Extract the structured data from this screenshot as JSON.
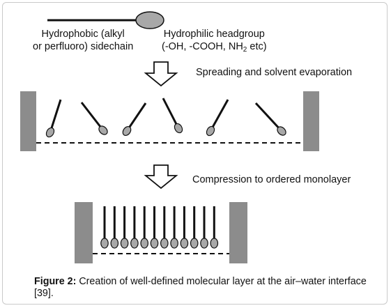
{
  "legend": {
    "hydrophobic_line1": "Hydrophobic (alkyl",
    "hydrophobic_line2": "or perfluoro) sidechain",
    "hydrophilic_line1": "Hydrophilic headgroup",
    "hydrophilic_line2_pre": "(-OH, -COOH, NH",
    "hydrophilic_line2_sub": "2",
    "hydrophilic_line2_post": " etc)"
  },
  "steps": {
    "spreading": "Spreading and solvent evaporation",
    "compression": "Compression to ordered monolayer"
  },
  "caption": {
    "label": "Figure 2:",
    "text": " Creation of well-defined molecular layer at the air–water interface [39]."
  },
  "colors": {
    "barrier": "#8c8c8c",
    "headgroup": "#a8a8a8",
    "tail": "#111111",
    "frame": "#c9c9c9"
  }
}
